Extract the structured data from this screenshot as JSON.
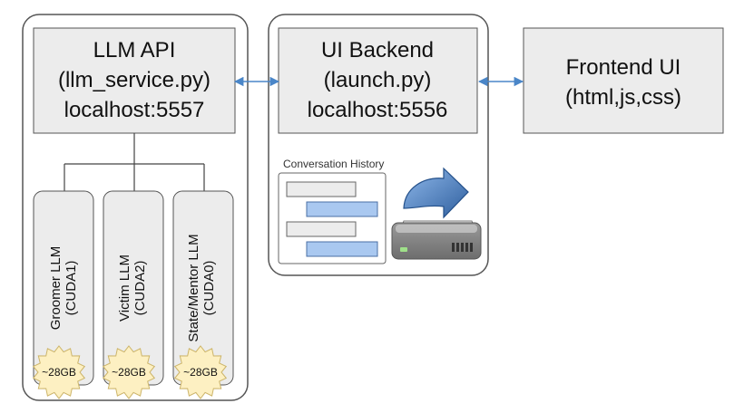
{
  "llm_api": {
    "lines": [
      "LLM API",
      "(llm_service.py)",
      "localhost:5557"
    ],
    "models": [
      {
        "name": "Groomer LLM",
        "device": "(CUDA1)",
        "memory": "~28GB"
      },
      {
        "name": "Victim LLM",
        "device": "(CUDA2)",
        "memory": "~28GB"
      },
      {
        "name": "State/Mentor LLM",
        "device": "(CUDA0)",
        "memory": "~28GB"
      }
    ]
  },
  "ui_backend": {
    "lines": [
      "UI Backend",
      "(launch.py)",
      "localhost:5556"
    ],
    "history_label": "Conversation History"
  },
  "frontend": {
    "lines": [
      "Frontend UI",
      "(html,js,css)"
    ]
  },
  "colors": {
    "box_fill": "#ececec",
    "box_stroke": "#555555",
    "arrow": "#4a86c8",
    "badge_fill": "#fdf0c2",
    "badge_stroke": "#cdb56a"
  }
}
